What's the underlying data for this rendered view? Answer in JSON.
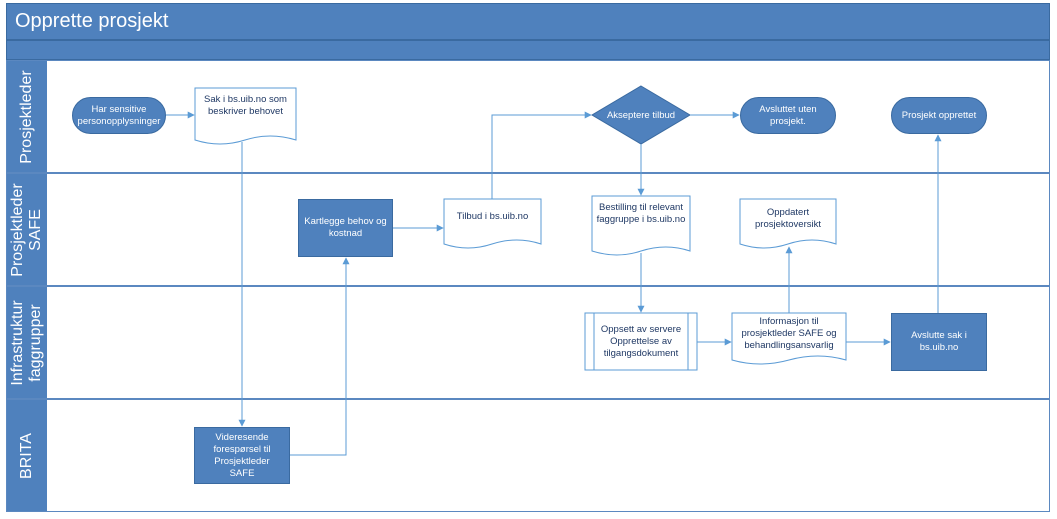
{
  "title": "Opprette prosjekt",
  "lanes": [
    {
      "label_lines": [
        "Prosjektleder"
      ]
    },
    {
      "label_lines": [
        "Prosjektleder",
        "SAFE"
      ]
    },
    {
      "label_lines": [
        "Infrastruktur",
        "faggrupper"
      ]
    },
    {
      "label_lines": [
        "BRITA"
      ]
    }
  ],
  "nodes": {
    "sensitive": "Har sensitive personopplysninger",
    "sak": "Sak i bs.uib.no som beskriver behovet",
    "akseptere": "Akseptere tilbud",
    "avsluttet": "Avsluttet uten prosjekt.",
    "prosjekt_opprettet": "Prosjekt opprettet",
    "kartlegge": "Kartlegge behov og kostnad",
    "tilbud": "Tilbud i bs.uib.no",
    "bestilling": "Bestilling til relevant faggruppe i bs.uib.no",
    "oppdatert": "Oppdatert prosjektoversikt",
    "oppsett": "Oppsett av servere Opprettelse av tilgangsdokument",
    "informasjon": "Informasjon til prosjektleder SAFE og behandlingsansvarlig",
    "avslutte_sak": "Avslutte sak i bs.uib.no",
    "videresende": "Videresende forespørsel til Prosjektleder SAFE"
  },
  "colors": {
    "header": "#4f81bd",
    "shape_fill": "#4f81bd",
    "shape_stroke": "#3a6aa0",
    "connector": "#5b9bd5",
    "document_text": "#1f3864"
  }
}
